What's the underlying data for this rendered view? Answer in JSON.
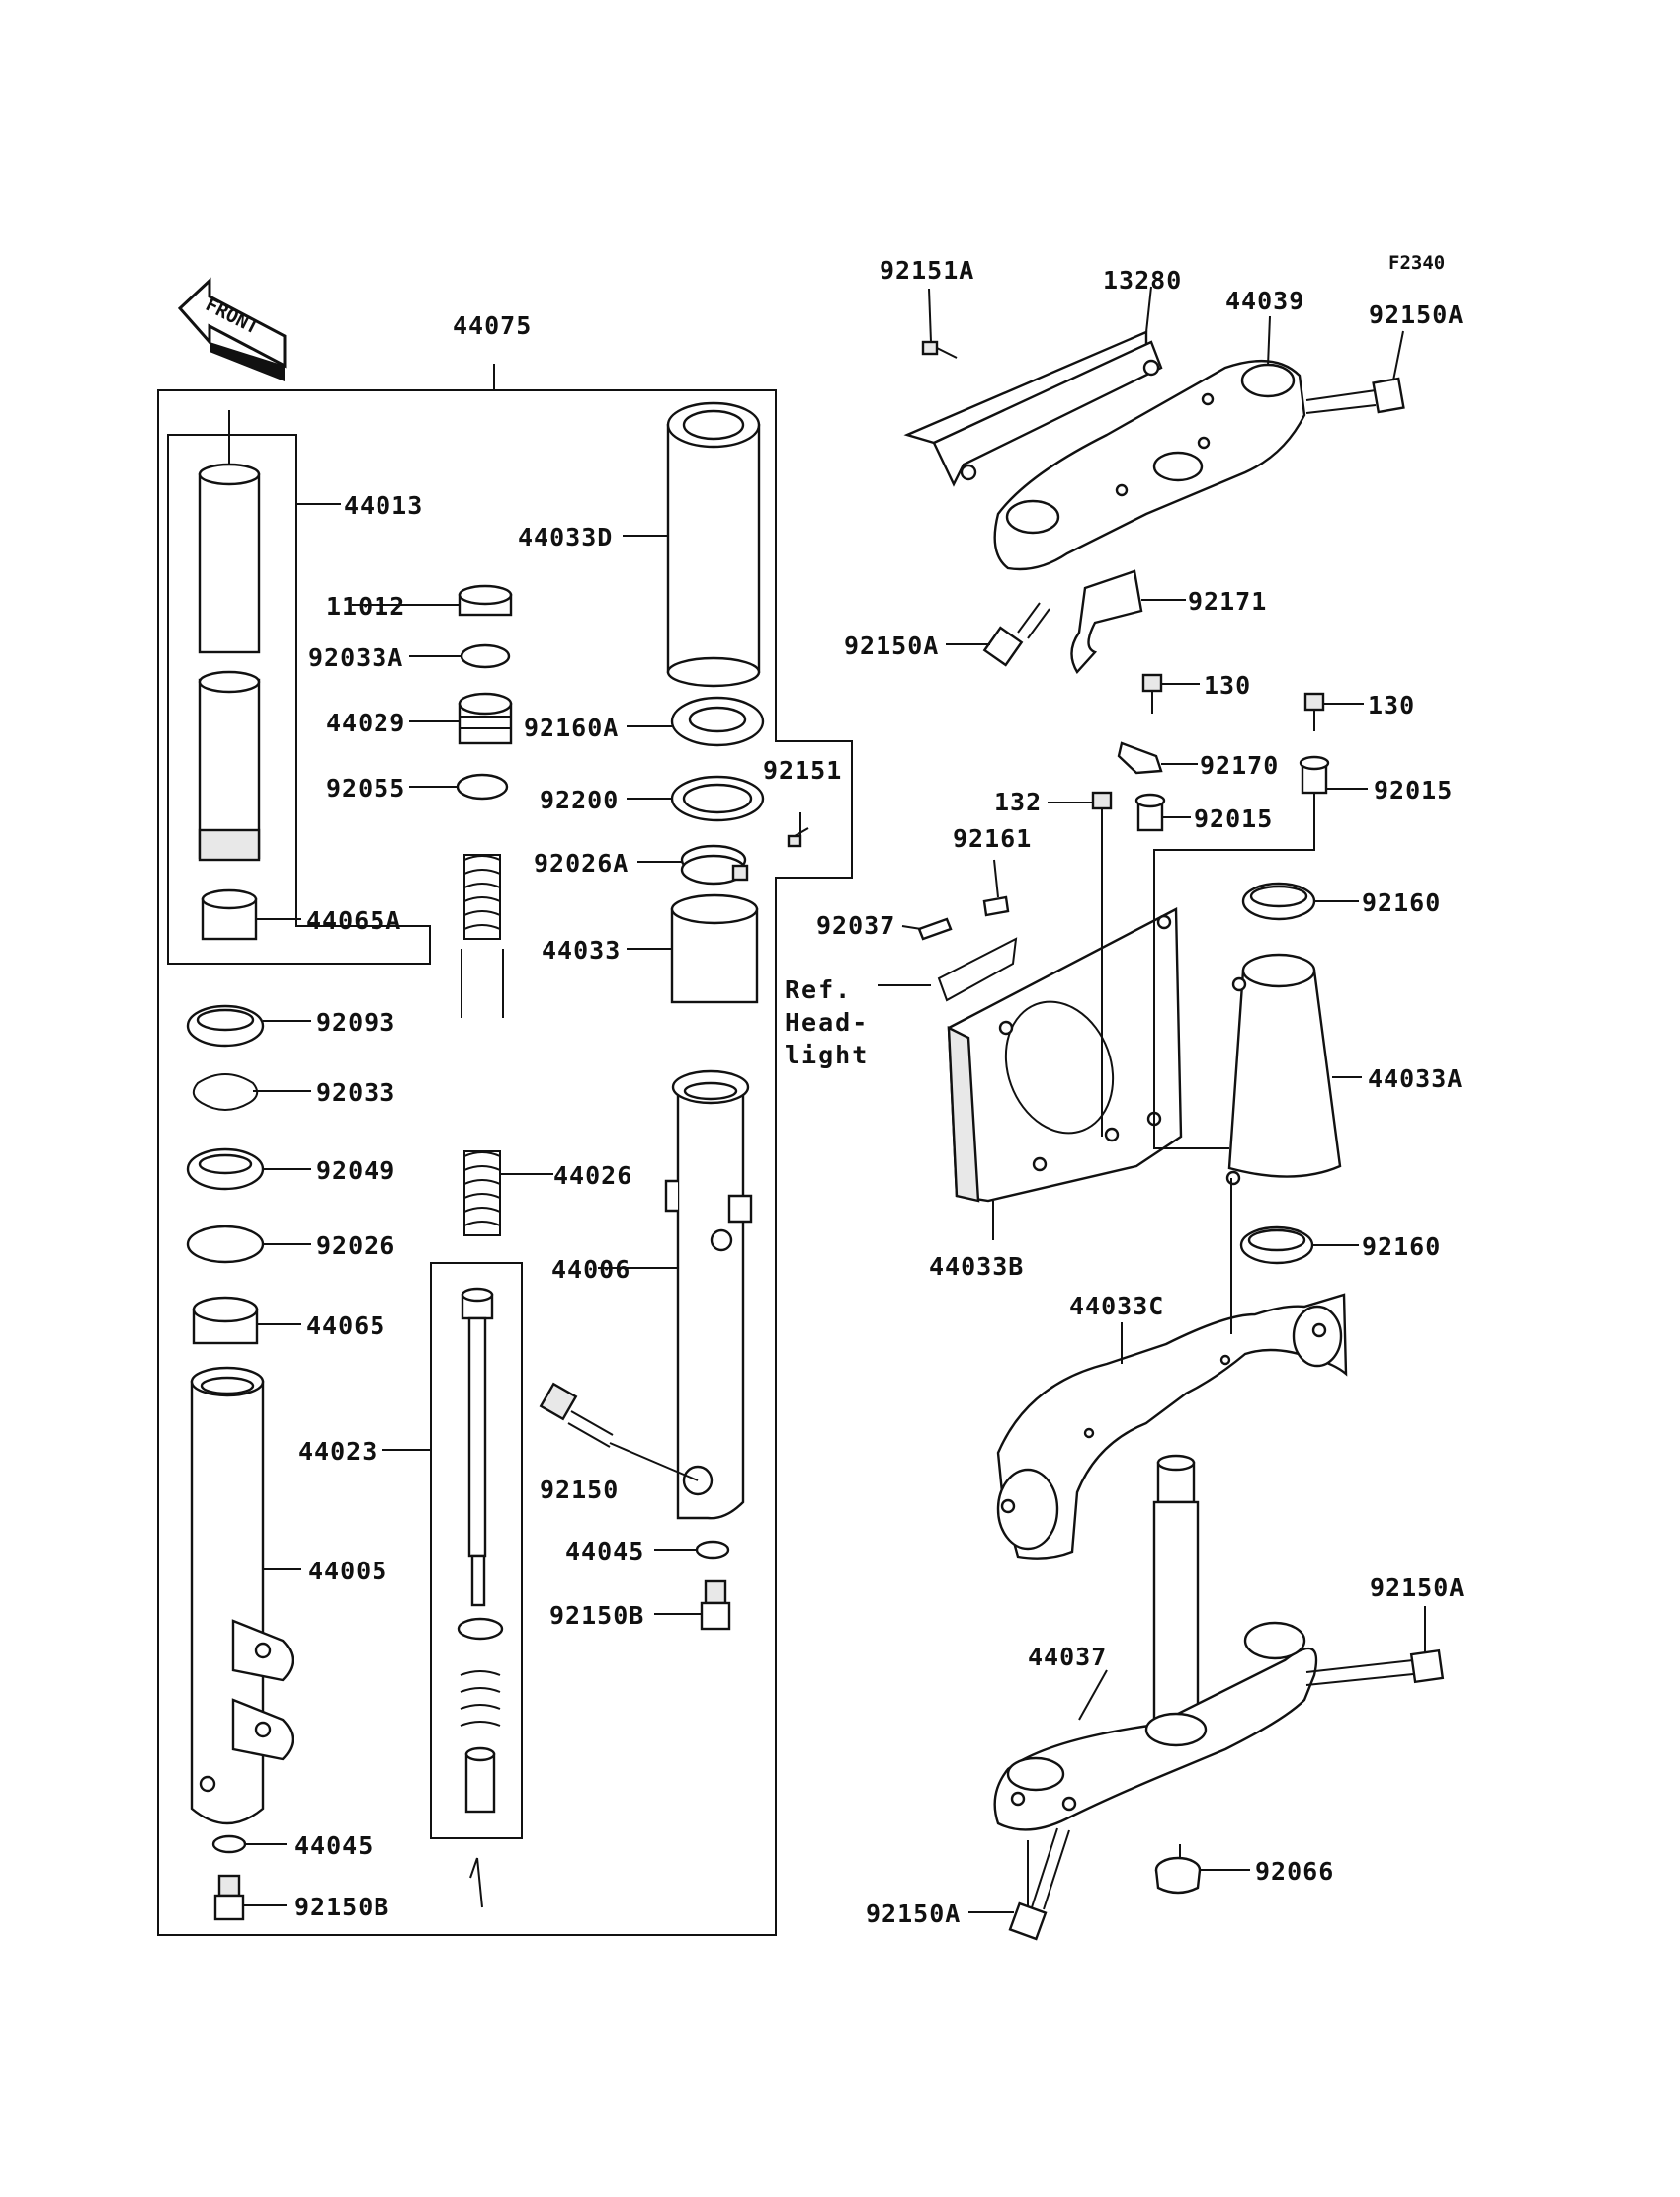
{
  "diagram_code": "F2340",
  "front_arrow_label": "FRONT",
  "reference_note": [
    "Ref.",
    "Head-",
    "light"
  ],
  "parts": {
    "p44075": "44075",
    "p44013": "44013",
    "p11012": "11012",
    "p92033A": "92033A",
    "p44029": "44029",
    "p92055": "92055",
    "p44065A": "44065A",
    "p92093": "92093",
    "p92033": "92033",
    "p92049": "92049",
    "p92026": "92026",
    "p44065": "44065",
    "p44023": "44023",
    "p44005": "44005",
    "p44045_left": "44045",
    "p92150B_left": "92150B",
    "p44033D": "44033D",
    "p92160A": "92160A",
    "p92200": "92200",
    "p92151": "92151",
    "p92026A": "92026A",
    "p44033": "44033",
    "p44026": "44026",
    "p44006": "44006",
    "p92150": "92150",
    "p44045_mid": "44045",
    "p92150B_mid": "92150B",
    "p92151A": "92151A",
    "p13280": "13280",
    "p44039": "44039",
    "p92150A_top": "92150A",
    "p92171": "92171",
    "p92150A_topleft": "92150A",
    "p130_a": "130",
    "p130_b": "130",
    "p92170": "92170",
    "p132": "132",
    "p92015_a": "92015",
    "p92015_b": "92015",
    "p92161": "92161",
    "p92037": "92037",
    "p92160_top": "92160",
    "p44033A": "44033A",
    "p44033B": "44033B",
    "p92160_bottom": "92160",
    "p44033C": "44033C",
    "p92150A_right": "92150A",
    "p44037": "44037",
    "p92066": "92066",
    "p92150A_bottom": "92150A"
  }
}
